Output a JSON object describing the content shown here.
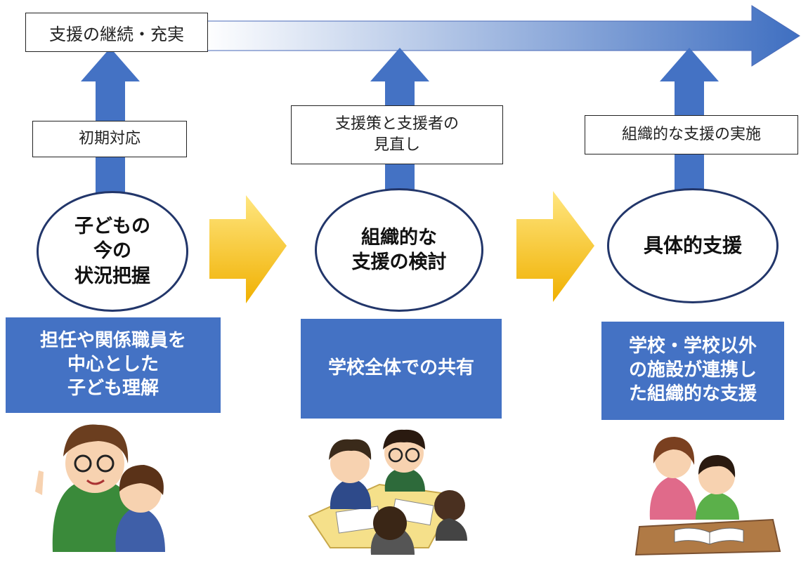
{
  "top_label": "支援の継続・充実",
  "stages": [
    {
      "arrow_label": "初期対応",
      "circle_label": "子どもの\n今の\n状況把握",
      "box_label": "担任や関係職員を\n中心とした\n子ども理解",
      "illustration": "teacher-and-child-illustration"
    },
    {
      "arrow_label": "支援策と支援者の\n見直し",
      "circle_label": "組織的な\n支援の検討",
      "box_label": "学校全体での共有",
      "illustration": "staff-meeting-illustration"
    },
    {
      "arrow_label": "組織的な支援の実施",
      "circle_label": "具体的支援",
      "box_label": "学校・学校以外\nの施設が連携し\nた組織的な支援",
      "illustration": "tutoring-illustration"
    }
  ],
  "colors": {
    "arrow_blue": "#4472c4",
    "box_blue": "#4472c4",
    "gradient_start": "#ffffff",
    "gradient_end": "#3f6fc1",
    "chevron_light": "#ffe27a",
    "chevron_dark": "#f0b400"
  }
}
